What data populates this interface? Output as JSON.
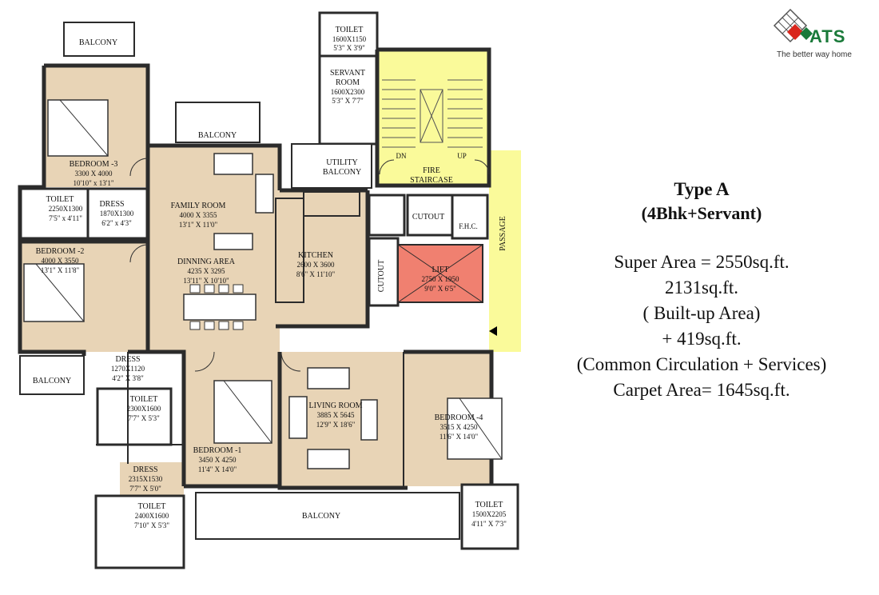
{
  "brand": {
    "name": "ATS",
    "tagline": "The better way home",
    "colors": {
      "red": "#d9261c",
      "green": "#1a7a3a"
    }
  },
  "summary": {
    "type_title": "Type A",
    "type_subtitle": "(4Bhk+Servant)",
    "lines": [
      "Super Area = 2550sq.ft.",
      "2131sq.ft.",
      "( Built-up Area)",
      "+ 419sq.ft.",
      "(Common Circulation + Services)",
      "Carpet Area= 1645sq.ft."
    ]
  },
  "colors": {
    "room": "#e8d4b6",
    "wall": "#2b2b2b",
    "stair": "#fafa9a",
    "passage": "#fafa9a",
    "lift": "#f08070",
    "balcony": "#ffffff",
    "toilet": "#ffffff"
  },
  "rooms": {
    "balcony_1": {
      "name": "BALCONY"
    },
    "balcony_2": {
      "name": "BALCONY"
    },
    "balcony_3": {
      "name": "BALCONY"
    },
    "balcony_4": {
      "name": "BALCONY"
    },
    "toilet_servant": {
      "name": "TOILET",
      "dim1": "1600X1150",
      "dim2": "5'3\" X 3'9\""
    },
    "servant_room": {
      "name": "SERVANT",
      "name2": "ROOM",
      "dim1": "1600X2300",
      "dim2": "5'3\" X 7'7\""
    },
    "bedroom_3": {
      "name": "BEDROOM -3",
      "dim1": "3300 X 4000",
      "dim2": "10'10\" x 13'1\""
    },
    "toilet_b3": {
      "name": "TOILET",
      "dim1": "2250X1300",
      "dim2": "7'5\" x 4'11\""
    },
    "dress_b3": {
      "name": "DRESS",
      "dim1": "1870X1300",
      "dim2": "6'2\" x 4'3\""
    },
    "family_room": {
      "name": "FAMILY ROOM",
      "dim1": "4000 X 3355",
      "dim2": "13'1\" X 11'0\""
    },
    "utility": {
      "name": "UTILITY",
      "name2": "BALCONY"
    },
    "fire_staircase": {
      "name": "FIRE",
      "name2": "STAIRCASE",
      "dn": "DN",
      "up": "UP"
    },
    "cutout_1": {
      "name": "CUTOUT"
    },
    "cutout_2": {
      "name": "CUTOUT"
    },
    "fhc": {
      "name": "F.H.C."
    },
    "passage": {
      "name": "PASSAGE"
    },
    "bedroom_2": {
      "name": "BEDROOM -2",
      "dim1": "4000 X 3550",
      "dim2": "13'1\" X 11'8\""
    },
    "dining": {
      "name": "DINNING AREA",
      "dim1": "4235 X 3295",
      "dim2": "13'11\" X 10'10\""
    },
    "kitchen": {
      "name": "KITCHEN",
      "dim1": "2600 X 3600",
      "dim2": "8'6\" X 11'10\""
    },
    "lift": {
      "name": "LIFT",
      "dim1": "2750 X 1950",
      "dim2": "9'0\" X 6'5\""
    },
    "dress_b2": {
      "name": "DRESS",
      "dim1": "1270X1120",
      "dim2": "4'2\" X 3'8\""
    },
    "toilet_b2": {
      "name": "TOILET",
      "dim1": "2300X1600",
      "dim2": "7'7\" X 5'3\""
    },
    "living": {
      "name": "LIVING ROOM",
      "dim1": "3885 X 5645",
      "dim2": "12'9\" X 18'6\""
    },
    "bedroom_4": {
      "name": "BEDROOM -4",
      "dim1": "3515 X 4250",
      "dim2": "11'6\" X 14'0\""
    },
    "bedroom_1": {
      "name": "BEDROOM -1",
      "dim1": "3450 X 4250",
      "dim2": "11'4\" X 14'0\""
    },
    "dress_b1": {
      "name": "DRESS",
      "dim1": "2315X1530",
      "dim2": "7'7\" X 5'0\""
    },
    "toilet_b1": {
      "name": "TOILET",
      "dim1": "2400X1600",
      "dim2": "7'10\" X 5'3\""
    },
    "toilet_b4": {
      "name": "TOILET",
      "dim1": "1500X2205",
      "dim2": "4'11\" X 7'3\""
    }
  }
}
